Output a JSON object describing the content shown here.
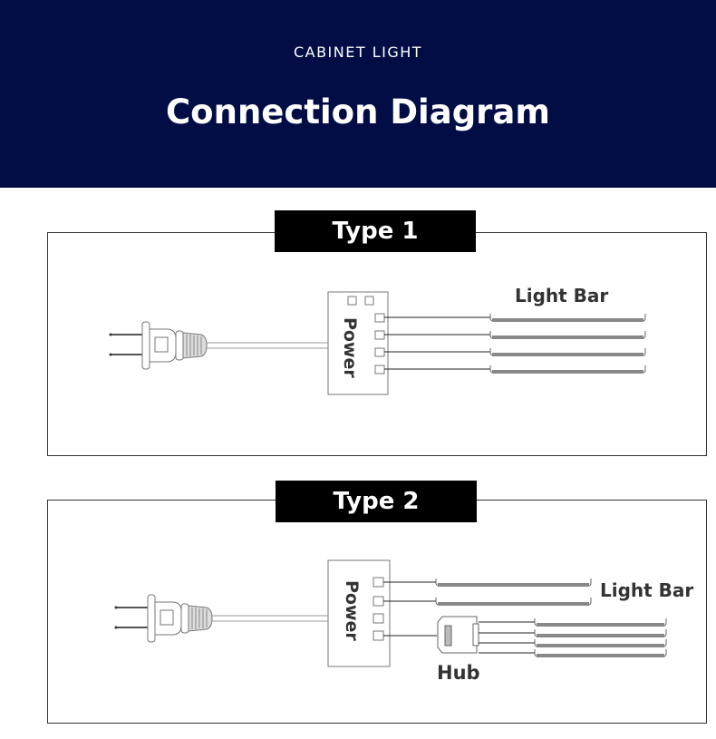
{
  "header": {
    "subtitle": "CABINET LIGHT",
    "title": "Connection Diagram"
  },
  "type1": {
    "label": "Type 1",
    "power_label": "Power",
    "light_bar_label": "Light Bar"
  },
  "type2": {
    "label": "Type 2",
    "power_label": "Power",
    "light_bar_label": "Light Bar",
    "hub_label": "Hub"
  },
  "colors": {
    "header_bg": "#020d45",
    "tag_bg": "#000000"
  }
}
